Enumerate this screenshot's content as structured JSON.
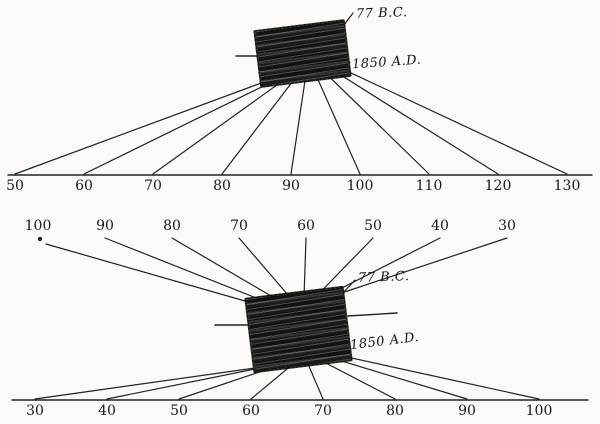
{
  "figure": {
    "description": "Two tree-ring plate diagrams with fan projection lines to numbered scales",
    "colors": {
      "ink": "#222222",
      "paper": "#fbfaf6",
      "plate": "#1b1b1b"
    },
    "diagrams": [
      {
        "id": "top",
        "labels": {
          "bc": "77 B.C.",
          "ad": "1850 A.D."
        },
        "bottom_scale": [
          "50",
          "60",
          "70",
          "80",
          "90",
          "100",
          "110",
          "120",
          "130"
        ]
      },
      {
        "id": "bottom",
        "labels": {
          "bc": "77 B.C.",
          "ad": "1850 A.D."
        },
        "top_scale": [
          "100",
          "90",
          "80",
          "70",
          "60",
          "50",
          "40",
          "30"
        ],
        "dot_marker_under": "100",
        "bottom_scale": [
          "30",
          "40",
          "50",
          "60",
          "70",
          "80",
          "90",
          "100"
        ]
      }
    ]
  }
}
